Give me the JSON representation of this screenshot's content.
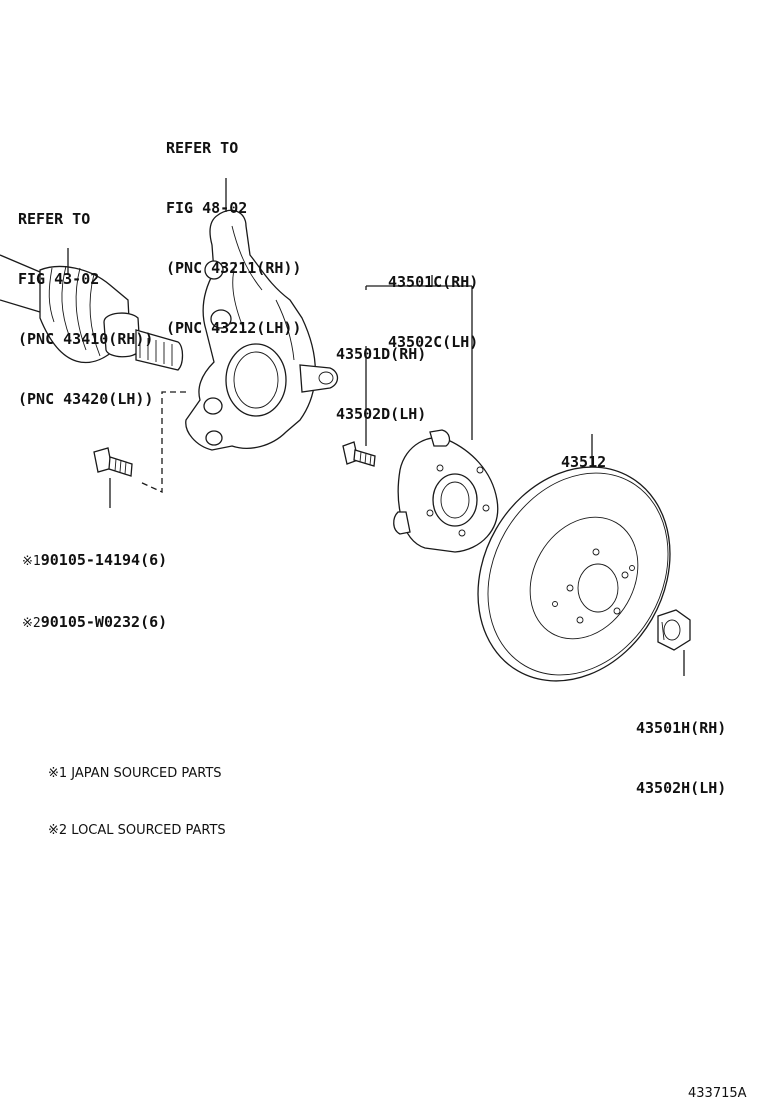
{
  "knuckle_ref": {
    "line1": "REFER TO",
    "line2": "FIG 48-02",
    "line3": "(PNC 43211(RH))",
    "line4": "(PNC 43212(LH))"
  },
  "shaft_ref": {
    "line1": "REFER TO",
    "line2": "FIG 43-02",
    "line3": "(PNC 43410(RH))",
    "line4": "(PNC 43420(LH))"
  },
  "hub_bearing_assy": {
    "rh": "43501C(RH)",
    "lh": "43502C(LH)"
  },
  "hub_bolt": {
    "rh": "43501D(RH)",
    "lh": "43502D(LH)"
  },
  "disc": {
    "pn": "43512"
  },
  "nut": {
    "rh": "43501H(RH)",
    "lh": "43502H(LH)"
  },
  "knuckle_bolt": {
    "mark1": "※1",
    "pn1": "90105-14194(6)",
    "mark2": "※2",
    "pn2": "90105-W0232(6)"
  },
  "legend": {
    "note1": "※1 JAPAN SOURCED PARTS",
    "note2": "※2 LOCAL SOURCED PARTS"
  },
  "figure_id": "433715A"
}
